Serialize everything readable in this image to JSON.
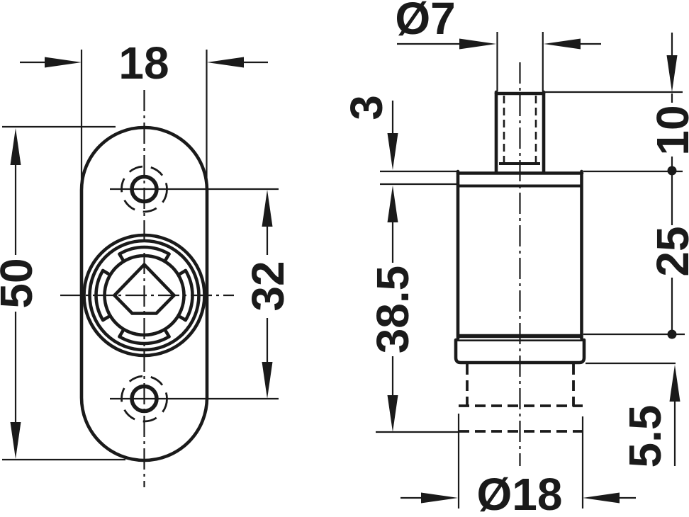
{
  "drawing": {
    "type": "technical_drawing",
    "colors": {
      "line": "#1a1a1a",
      "background": "#ffffff"
    },
    "front_view": {
      "name": "front view - oval mounting plate with cam lock",
      "dims": {
        "plate_width": "18",
        "plate_height": "50",
        "hole_spacing": "32"
      }
    },
    "side_view": {
      "name": "side view - cylindrical housing with threaded stud",
      "dims": {
        "stud_diameter": "Ø7",
        "top_section": "3",
        "stud_length": "10",
        "body_length": "25",
        "total_depth": "38.5",
        "collar_height": "5.5",
        "body_diameter": "Ø18"
      }
    }
  }
}
